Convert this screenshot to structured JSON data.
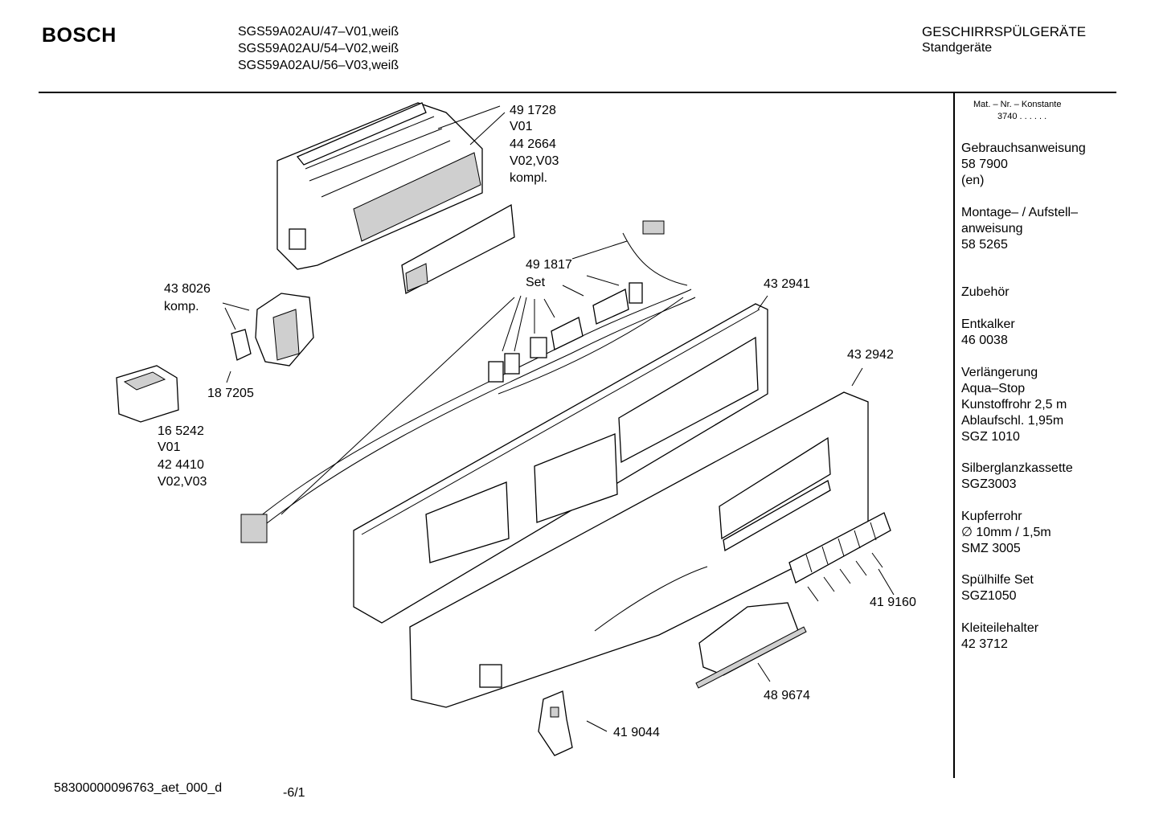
{
  "header": {
    "brand": "BOSCH",
    "models": [
      "SGS59A02AU/47–V01,weiß",
      "SGS59A02AU/54–V02,weiß",
      "SGS59A02AU/56–V03,weiß"
    ],
    "category": "GESCHIRRSPÜLGERÄTE",
    "subcategory": "Standgeräte"
  },
  "callouts": {
    "c491728": [
      "49 1728",
      "V01",
      "44 2664",
      "V02,V03",
      "kompl."
    ],
    "c491817": [
      "49 1817",
      "Set"
    ],
    "c438026": [
      "43 8026",
      "komp."
    ],
    "c432941": "43 2941",
    "c432942": "43 2942",
    "c187205": "18 7205",
    "c165242": [
      "16 5242",
      "V01",
      "42 4410",
      "V02,V03"
    ],
    "c419160": "41 9160",
    "c489674": "48 9674",
    "c419044": "41 9044"
  },
  "sidebar": {
    "mat_nr_label": "Mat. – Nr. – Konstante",
    "mat_nr_value": "3740  .  .  .  .  .  .",
    "items": [
      [
        "Gebrauchsanweisung",
        "58 7900",
        "(en)"
      ],
      [
        "Montage– / Aufstell–",
        "anweisung",
        "58 5265"
      ],
      [
        "Zubehör"
      ],
      [
        "Entkalker",
        "46 0038"
      ],
      [
        "Verlängerung",
        "Aqua–Stop",
        "Kunstoffrohr 2,5 m",
        "Ablaufschl. 1,95m",
        "SGZ 1010"
      ],
      [
        "Silberglanzkassette",
        "SGZ3003"
      ],
      [
        "Kupferrohr",
        "∅ 10mm / 1,5m",
        "SMZ 3005"
      ],
      [
        "Spülhilfe Set",
        "SGZ1050"
      ],
      [
        "Kleiteilehalter",
        "42 3712"
      ]
    ]
  },
  "footer": {
    "doc_id": "58300000096763_aet_000_d",
    "page": "-6/1"
  }
}
